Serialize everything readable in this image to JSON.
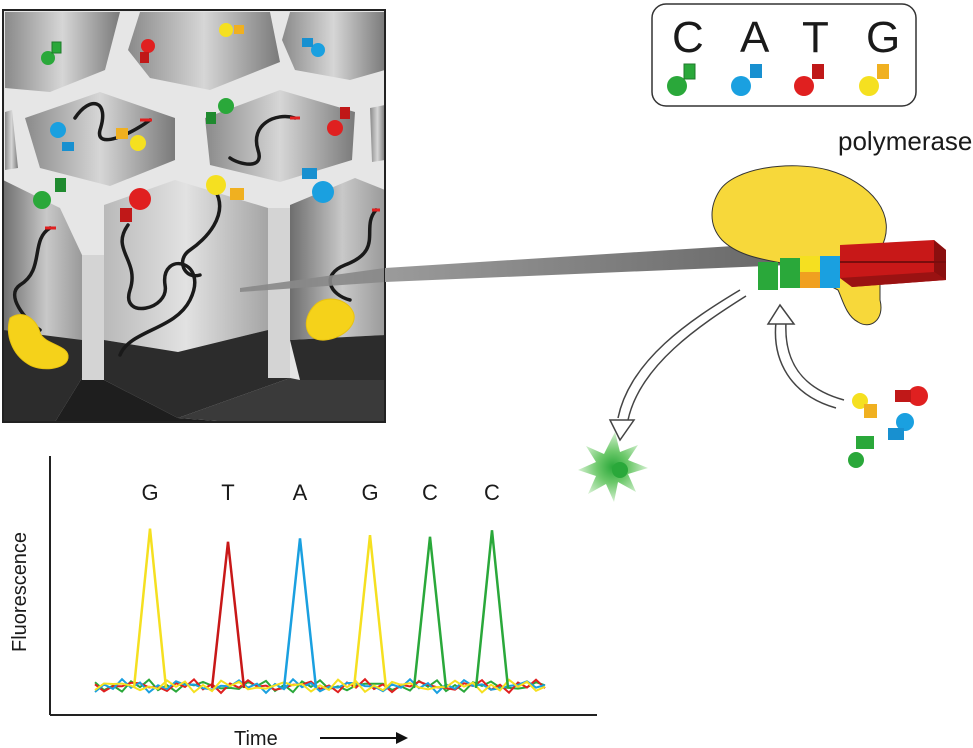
{
  "legend": {
    "items": [
      {
        "letter": "C",
        "color": "#2aa83a"
      },
      {
        "letter": "A",
        "color": "#1aa0e0"
      },
      {
        "letter": "T",
        "color": "#e02020"
      },
      {
        "letter": "G",
        "color": "#f5e020"
      }
    ]
  },
  "polymerase": {
    "label": "polymerase",
    "color": "#f7d83a"
  },
  "strand": {
    "incorporated_colors": [
      "#2aa83a",
      "#2aa83a",
      "#f5e020",
      "#1aa0e0"
    ],
    "template_color": "#c81818"
  },
  "chart": {
    "xlabel": "Time",
    "ylabel": "Fluorescence"
  },
  "chart_data": {
    "type": "line",
    "title": "",
    "xlabel": "Time",
    "ylabel": "Fluorescence",
    "peaks": [
      {
        "base": "G",
        "color": "#f5e020",
        "height": 0.96
      },
      {
        "base": "T",
        "color": "#c81818",
        "height": 0.88
      },
      {
        "base": "A",
        "color": "#1aa0e0",
        "height": 0.9
      },
      {
        "base": "G",
        "color": "#f5e020",
        "height": 0.92
      },
      {
        "base": "C",
        "color": "#2aa83a",
        "height": 0.91
      },
      {
        "base": "C",
        "color": "#2aa83a",
        "height": 0.95
      }
    ],
    "baseline_colors": [
      "#2aa83a",
      "#e02020",
      "#1aa0e0",
      "#f5e020"
    ]
  }
}
